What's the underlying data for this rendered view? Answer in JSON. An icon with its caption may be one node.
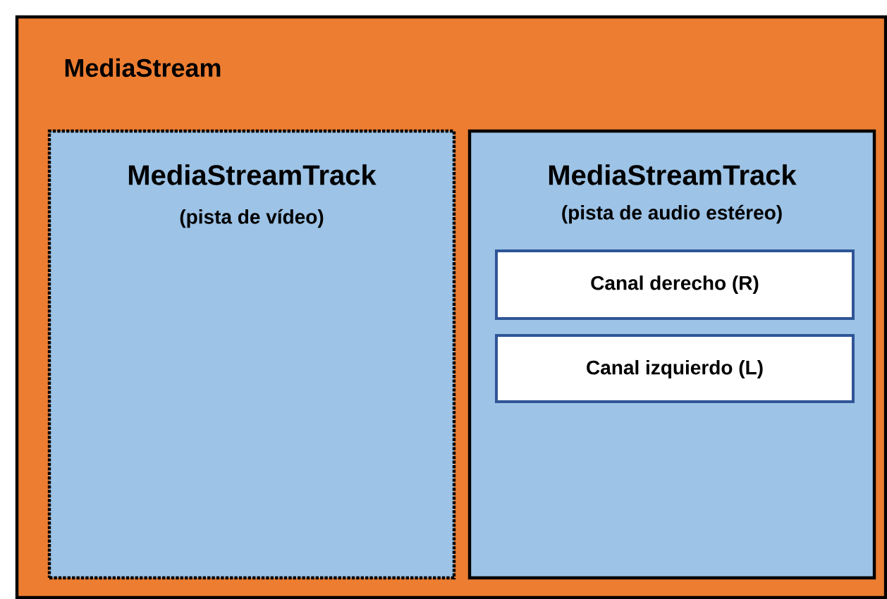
{
  "diagram": {
    "nodes": [
      {
        "text": [
          "MediaStream"
        ]
      },
      {
        "text": [
          "MediaStreamTrack",
          "(pista de vídeo)"
        ],
        "in": 0
      },
      {
        "text": [
          "MediaStreamTrack",
          "(pista de audio estéreo)"
        ],
        "in": 0
      },
      {
        "text": [
          "Canal derecho (R)"
        ],
        "in": 2
      },
      {
        "text": [
          "Canal izquierdo (L)"
        ],
        "in": 2
      }
    ]
  }
}
